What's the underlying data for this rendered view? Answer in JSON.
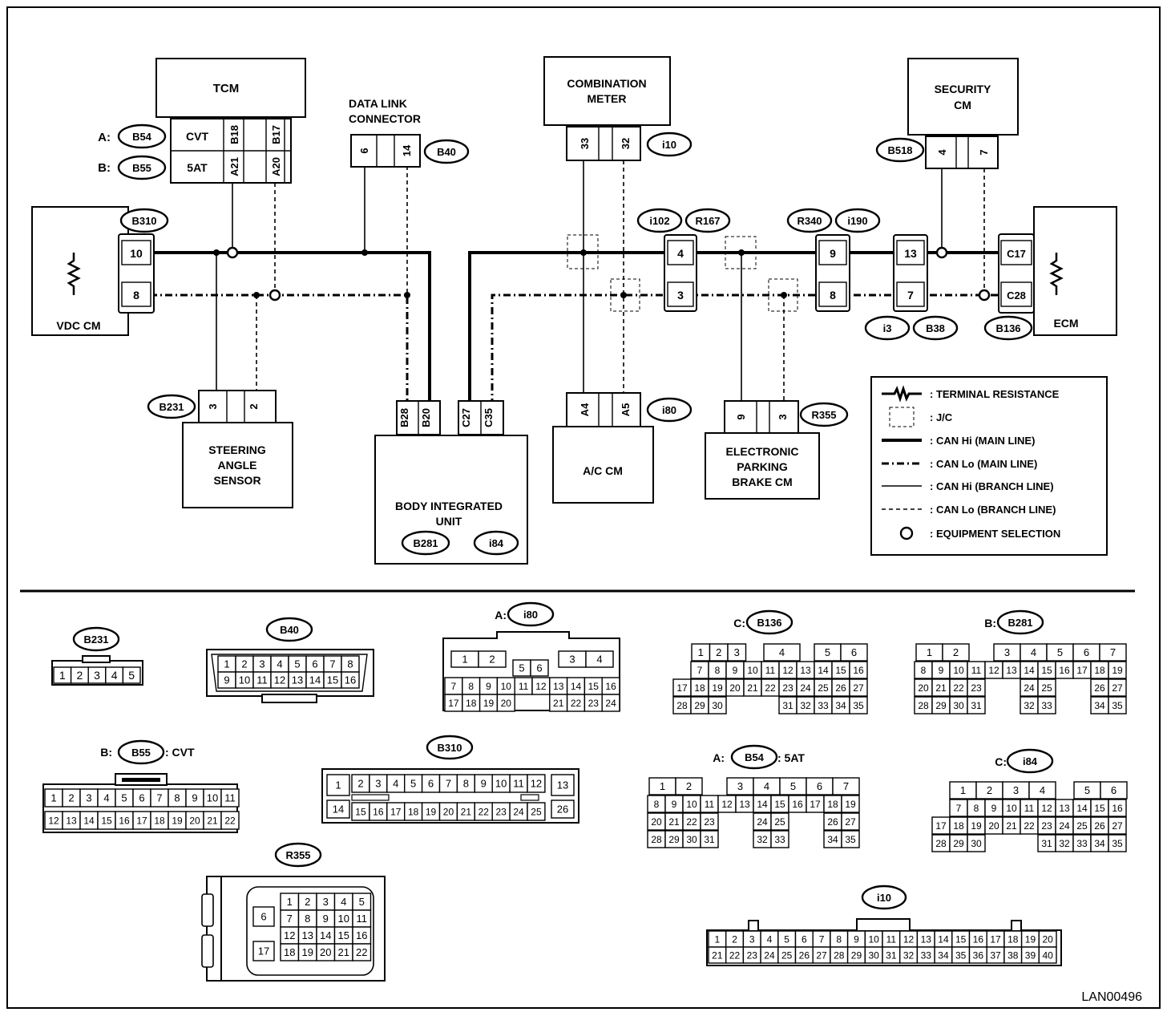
{
  "modules": {
    "tcm": "TCM",
    "combination_meter": [
      "COMBINATION",
      "METER"
    ],
    "security_cm": [
      "SECURITY",
      "CM"
    ],
    "vdc_cm": "VDC CM",
    "ecm": "ECM",
    "steering_angle_sensor": [
      "STEERING",
      "ANGLE",
      "SENSOR"
    ],
    "body_integrated_unit": [
      "BODY INTEGRATED",
      "UNIT"
    ],
    "ac_cm": "A/C CM",
    "electronic_parking_brake_cm": [
      "ELECTRONIC",
      "PARKING",
      "BRAKE CM"
    ],
    "data_link_connector": [
      "DATA LINK",
      "CONNECTOR"
    ]
  },
  "tcm_rows": [
    {
      "prefix": "A:",
      "connector": "B54",
      "type": "CVT",
      "hi": "B18",
      "lo": "B17"
    },
    {
      "prefix": "B:",
      "connector": "B55",
      "type": "5AT",
      "hi": "A21",
      "lo": "A20"
    }
  ],
  "connector_ids": {
    "b310": "B310",
    "b40": "B40",
    "i10": "i10",
    "b518": "B518",
    "i102": "i102",
    "r167": "R167",
    "r340": "R340",
    "i190": "i190",
    "i3": "i3",
    "b38": "B38",
    "b136": "B136",
    "b231": "B231",
    "b281": "B281",
    "i84": "i84",
    "i80": "i80",
    "r355": "R355"
  },
  "pins": {
    "b310_hi": "10",
    "b310_lo": "8",
    "dlc_hi": "6",
    "dlc_lo": "14",
    "meter_hi": "33",
    "meter_lo": "32",
    "sec_hi": "4",
    "sec_lo": "7",
    "i102_hi": "4",
    "i102_lo": "3",
    "r340_hi": "9",
    "r340_lo": "8",
    "i3_hi": "13",
    "i3_lo": "7",
    "ecm_hi": "C17",
    "ecm_lo": "C28",
    "sas_hi": "3",
    "sas_lo": "2",
    "biu": [
      "B28",
      "B20",
      "C27",
      "C35"
    ],
    "ac_hi": "A4",
    "ac_lo": "A5",
    "epb_hi": "9",
    "epb_lo": "3"
  },
  "legend": [
    {
      "symbol": "resistor",
      "label": ": TERMINAL RESISTANCE"
    },
    {
      "symbol": "jc",
      "label": ": J/C"
    },
    {
      "symbol": "hi",
      "label": ": CAN Hi (MAIN LINE)"
    },
    {
      "symbol": "lo",
      "label": ": CAN Lo (MAIN LINE)"
    },
    {
      "symbol": "hib",
      "label": ": CAN Hi (BRANCH LINE)"
    },
    {
      "symbol": "lob",
      "label": ": CAN Lo (BRANCH LINE)"
    },
    {
      "symbol": "equip",
      "label": ": EQUIPMENT SELECTION"
    }
  ],
  "faces": {
    "b231": {
      "id": "B231"
    },
    "b40": {
      "id": "B40"
    },
    "i80": {
      "prefix": "A:",
      "id": "i80"
    },
    "b136": {
      "prefix": "C:",
      "id": "B136"
    },
    "b281": {
      "prefix": "B:",
      "id": "B281"
    },
    "b55": {
      "prefix": "B:",
      "id": "B55",
      "suffix": ": CVT"
    },
    "b310": {
      "id": "B310"
    },
    "b54": {
      "prefix": "A:",
      "id": "B54",
      "suffix": ": 5AT"
    },
    "i84": {
      "prefix": "C:",
      "id": "i84"
    },
    "r355": {
      "id": "R355"
    },
    "i10": {
      "id": "i10"
    }
  },
  "figure_code": "LAN00496"
}
